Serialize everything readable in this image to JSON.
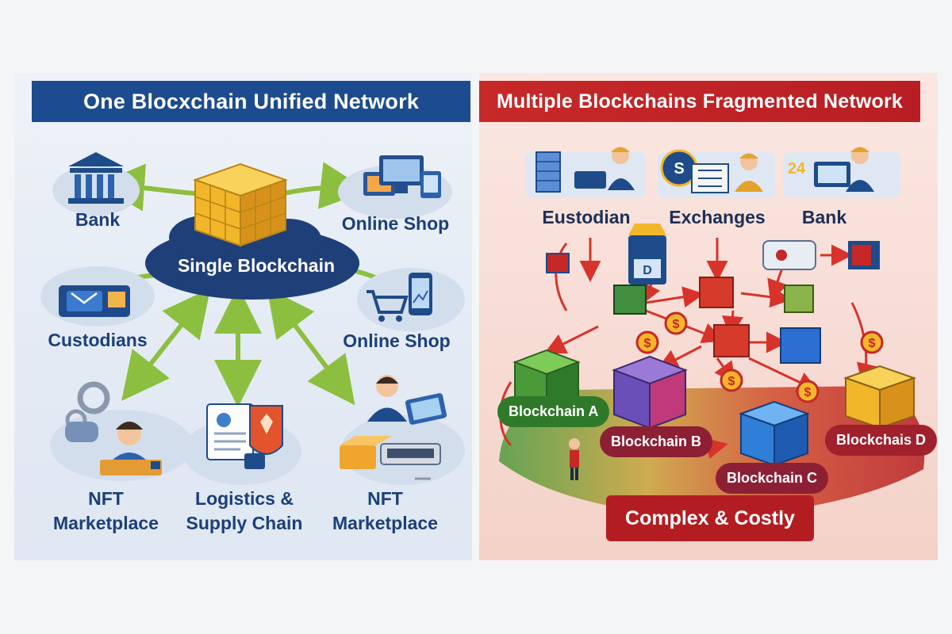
{
  "left": {
    "title": "One Blocxchain Unified Network",
    "center_label": "Single Blockchain",
    "nodes": [
      {
        "label": "Bank",
        "icon": "bank-icon"
      },
      {
        "label": "Online Shop",
        "icon": "online-shop-icon"
      },
      {
        "label": "Custodians",
        "icon": "custodian-icon"
      },
      {
        "label": "Online Shop",
        "icon": "shopping-cart-icon"
      },
      {
        "label": "NFT\nMarketplace",
        "icon": "nft-icon"
      },
      {
        "label": "Logistics &\nSupply Chain",
        "icon": "logistics-icon"
      },
      {
        "label": "NFT\nMarketplace",
        "icon": "nft-trader-icon"
      }
    ]
  },
  "right": {
    "title": "Multiple Blockchains Fragmented Network",
    "top_labels": [
      "Eustodian",
      "Exchanges",
      "Bank"
    ],
    "badge_letter": "S",
    "badge_number": "24",
    "kiosk_letter": "D",
    "chains": [
      "Blockchain A",
      "Blockchain B",
      "Blockchain C",
      "Blockchais D"
    ],
    "footer": "Complex & Costly",
    "currency_symbol": "$"
  },
  "colors": {
    "unified_blue": "#1d4b8f",
    "fragmented_red": "#c72929",
    "arrow_green": "#8cbf3f",
    "arrow_red": "#d8332b",
    "cube_gold": "#f2b62b"
  }
}
